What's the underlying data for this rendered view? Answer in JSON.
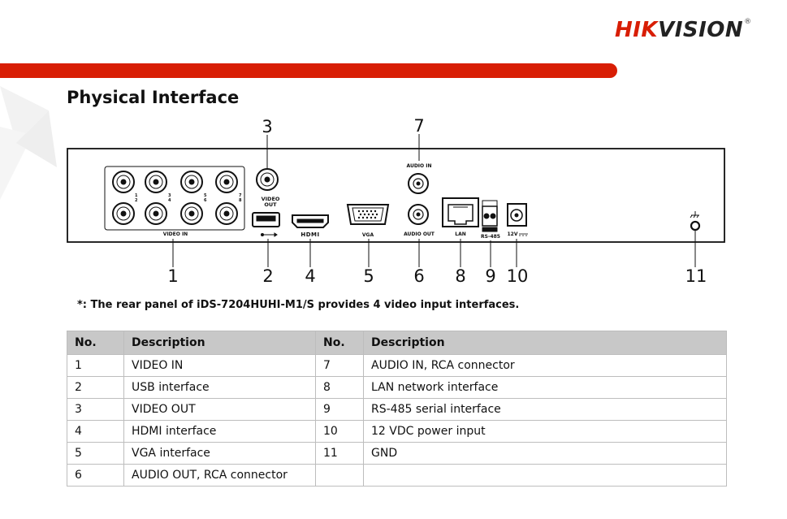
{
  "brand": {
    "name_part1": "HIK",
    "name_part2": "VISION",
    "registered": "®"
  },
  "heading": "Physical Interface",
  "callouts": [
    "1",
    "2",
    "3",
    "4",
    "5",
    "6",
    "7",
    "8",
    "9",
    "10",
    "11"
  ],
  "panel_labels": {
    "video_in": "VIDEO IN",
    "video_out": [
      "VIDEO",
      "OUT"
    ],
    "hdmi": "HDMI",
    "vga": "VGA",
    "audio_in": "AUDIO IN",
    "audio_out": "AUDIO OUT",
    "lan": "LAN",
    "rs485": "RS-485",
    "power": "12V",
    "bnc_numbers": [
      "1",
      "2",
      "3",
      "4",
      "5",
      "6",
      "7",
      "8"
    ]
  },
  "note": "*: The rear panel of iDS-7204HUHI-M1/S provides 4 video input interfaces.",
  "table": {
    "headers": [
      "No.",
      "Description",
      "No.",
      "Description"
    ],
    "rows": [
      [
        "1",
        "VIDEO IN",
        "7",
        "AUDIO IN, RCA connector"
      ],
      [
        "2",
        "USB interface",
        "8",
        "LAN network interface"
      ],
      [
        "3",
        "VIDEO OUT",
        "9",
        "RS-485 serial interface"
      ],
      [
        "4",
        "HDMI interface",
        "10",
        "12 VDC power input"
      ],
      [
        "5",
        "VGA interface",
        "11",
        "GND"
      ],
      [
        "6",
        "AUDIO OUT, RCA connector",
        "",
        ""
      ]
    ]
  },
  "colors": {
    "brand_red": "#d81e05",
    "table_header": "#c8c8c8"
  }
}
